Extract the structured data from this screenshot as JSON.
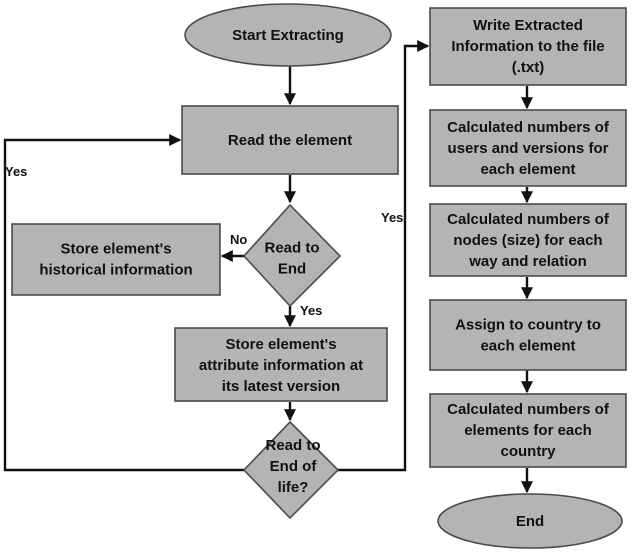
{
  "colors": {
    "fill": "#b4b4b4",
    "stroke": "#4a4a4a",
    "line": "#111111",
    "text": "#111111"
  },
  "nodes": {
    "start": [
      "Start Extracting"
    ],
    "read_element": [
      "Read the element"
    ],
    "store_history": [
      "Store element's",
      "historical information"
    ],
    "read_to_end": [
      "Read to",
      "End"
    ],
    "store_attribute": [
      "Store element's",
      "attribute information at",
      "its latest version"
    ],
    "read_to_end_of_life": [
      "Read to",
      "End of",
      "life?"
    ],
    "write_file": [
      "Write Extracted",
      "Information to the file",
      "(.txt)"
    ],
    "calc_users_versions": [
      "Calculated numbers of",
      "users and versions for",
      "each element"
    ],
    "calc_nodes_size": [
      "Calculated numbers of",
      "nodes (size) for each",
      "way and relation"
    ],
    "assign_country": [
      "Assign to country to",
      "each element"
    ],
    "calc_elements_country": [
      "Calculated numbers of",
      "elements for each",
      "country"
    ],
    "end": [
      "End"
    ]
  },
  "edge_labels": {
    "no": "No",
    "yes_decision1": "Yes",
    "yes_loop": "Yes",
    "yes_exit": "Yes"
  }
}
